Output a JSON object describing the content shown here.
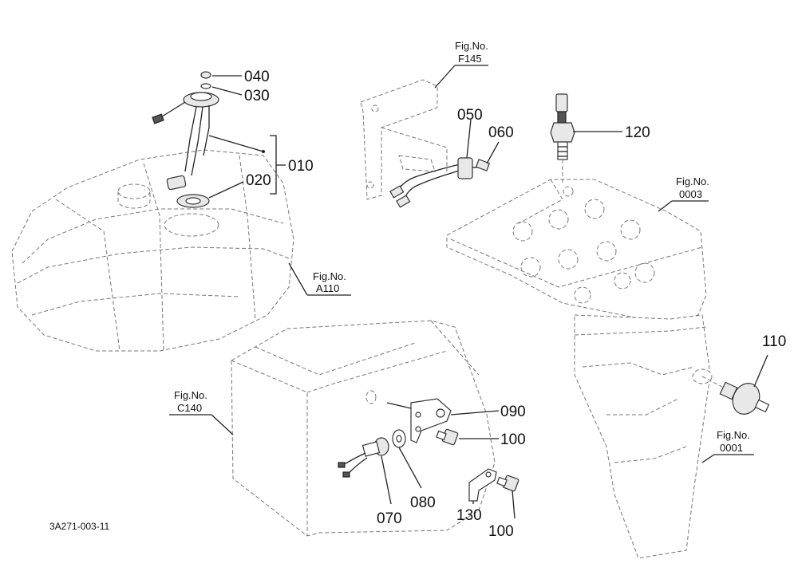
{
  "callouts": {
    "p010": "010",
    "p020": "020",
    "p030": "030",
    "p040": "040",
    "p050": "050",
    "p060": "060",
    "p070": "070",
    "p080": "080",
    "p090": "090",
    "p100a": "100",
    "p100b": "100",
    "p110": "110",
    "p120": "120",
    "p130": "130"
  },
  "figrefs": {
    "f145": {
      "label": "Fig.No.",
      "code": "F145"
    },
    "a110": {
      "label": "Fig.No.",
      "code": "A110"
    },
    "f0003": {
      "label": "Fig.No.",
      "code": "0003"
    },
    "c140": {
      "label": "Fig.No.",
      "code": "C140"
    },
    "f0001": {
      "label": "Fig.No.",
      "code": "0001"
    }
  },
  "drawing_code": "3A271-003-11"
}
